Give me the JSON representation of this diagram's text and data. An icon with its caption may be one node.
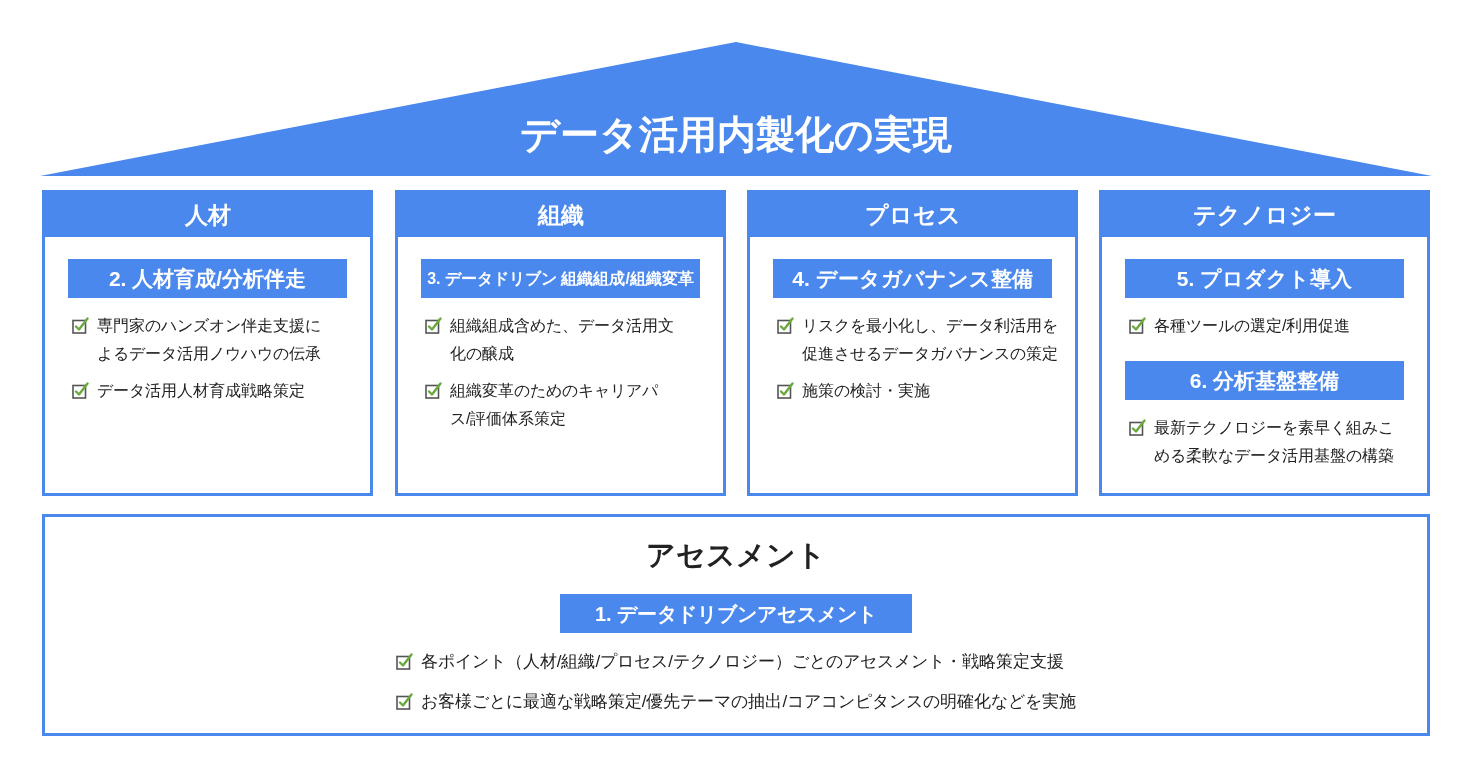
{
  "diagram": {
    "nodes": [
      {
        "text": [
          "データ活用内製化の実現"
        ]
      },
      {
        "text": [],
        "shape": "box"
      },
      {
        "text": [
          "人材"
        ],
        "in": 1
      },
      {
        "text": [
          "2. 人材育成/分析伴走"
        ],
        "in": 1,
        "beside": [
          "専門家のハンズオン伴走支援によるデータ活用ノウハウの伝承",
          "データ活用人材育成戦略策定"
        ]
      },
      {
        "text": [],
        "shape": "box"
      },
      {
        "text": [
          "組織"
        ],
        "in": 4
      },
      {
        "text": [
          "3. データドリブン 組織組成/組織変革"
        ],
        "in": 4,
        "beside": [
          "組織組成含めた、データ活用文化の醸成",
          "組織変革のためのキャリアパス/評価体系策定"
        ]
      },
      {
        "text": [],
        "shape": "box"
      },
      {
        "text": [
          "プロセス"
        ],
        "in": 7
      },
      {
        "text": [
          "4. データガバナンス整備"
        ],
        "in": 7,
        "beside": [
          "リスクを最小化し、データ利活用を促進させるデータガバナンスの策定",
          "施策の検討・実施"
        ]
      },
      {
        "text": [],
        "shape": "box"
      },
      {
        "text": [
          "テクノロジー"
        ],
        "in": 10
      },
      {
        "text": [
          "5. プロダクト導入"
        ],
        "in": 10,
        "beside": [
          "各種ツールの選定/利用促進"
        ]
      },
      {
        "text": [
          "6. 分析基盤整備"
        ],
        "in": 10,
        "beside": [
          "最新テクノロジーを素早く組みこめる柔軟なデータ活用基盤の構築"
        ]
      },
      {
        "text": [
          "アセスメント"
        ]
      },
      {
        "text": [
          "1. データドリブンアセスメント"
        ],
        "in": 14,
        "beside": [
          "各ポイント（人材/組織/プロセス/テクノロジー）ごとのアセスメント・戦略策定支援",
          "お客様ごとに最適な戦略策定/優先テーマの抽出/コアコンピタンスの明確化などを実施"
        ]
      }
    ]
  }
}
